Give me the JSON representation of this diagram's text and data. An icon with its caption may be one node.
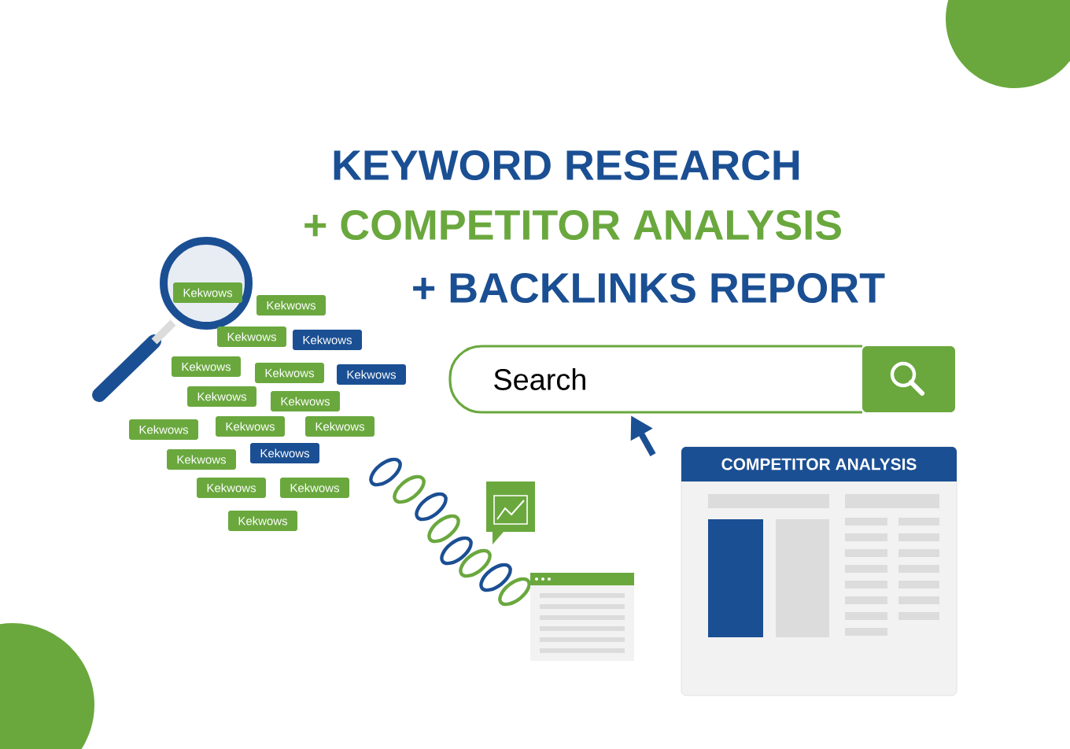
{
  "diagram": {
    "nodes": [
      {
        "text": [
          "Kekwows"
        ]
      },
      {
        "text": [
          "Kekwows"
        ]
      },
      {
        "text": [
          "Kekwows"
        ]
      },
      {
        "text": [
          "Kekwows"
        ]
      },
      {
        "text": [
          "Kekwows"
        ]
      },
      {
        "text": [
          "Kekwows"
        ]
      },
      {
        "text": [
          "Kekwows"
        ]
      },
      {
        "text": [
          "Kekwows"
        ]
      },
      {
        "text": [
          "Kekwows"
        ]
      },
      {
        "text": [
          "Kekwows"
        ]
      },
      {
        "text": [
          "Kekwows"
        ]
      },
      {
        "text": [
          "Kekwows"
        ]
      },
      {
        "text": [
          "Kekwows"
        ]
      },
      {
        "text": [
          "Kekwows"
        ]
      },
      {
        "text": [
          "Kekwows"
        ]
      },
      {
        "text": [
          "Kekwows"
        ]
      },
      {
        "text": [
          "Kekwows"
        ]
      },
      {
        "text": [
          "Search"
        ]
      },
      {
        "text": [
          "COMPETITOR ANALYSIS"
        ]
      }
    ],
    "edges": [
      {
        "from": null,
        "to": 17,
        "arrow": "to"
      }
    ],
    "labels": [
      "KEYWORD RESEARCH",
      "+ COMPETITOR ANALYSIS",
      "+ BACKLINKS REPORT"
    ]
  }
}
